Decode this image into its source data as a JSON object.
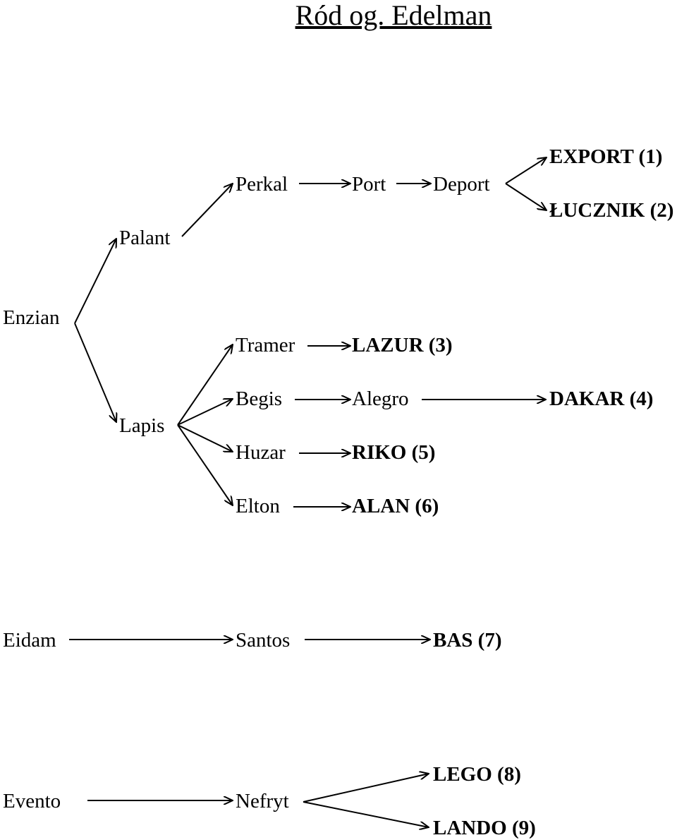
{
  "title": "Ród og. Edelman",
  "nodes": {
    "perkal": "Perkal",
    "port": "Port",
    "deport": "Deport",
    "export": "EXPORT (1)",
    "lucznik": "ŁUCZNIK (2)",
    "palant": "Palant",
    "enzian": "Enzian",
    "tramer": "Tramer",
    "lazur": "LAZUR (3)",
    "begis": "Begis",
    "alegro": "Alegro",
    "dakar": "DAKAR (4)",
    "lapis": "Lapis",
    "huzar": "Huzar",
    "riko": "RIKO (5)",
    "elton": "Elton",
    "alan": "ALAN (6)",
    "eidam": "Eidam",
    "santos": "Santos",
    "bas": "BAS (7)",
    "evento": "Evento",
    "nefryt": "Nefryt",
    "lego": "LEGO (8)",
    "lando": "LANDO (9)"
  }
}
